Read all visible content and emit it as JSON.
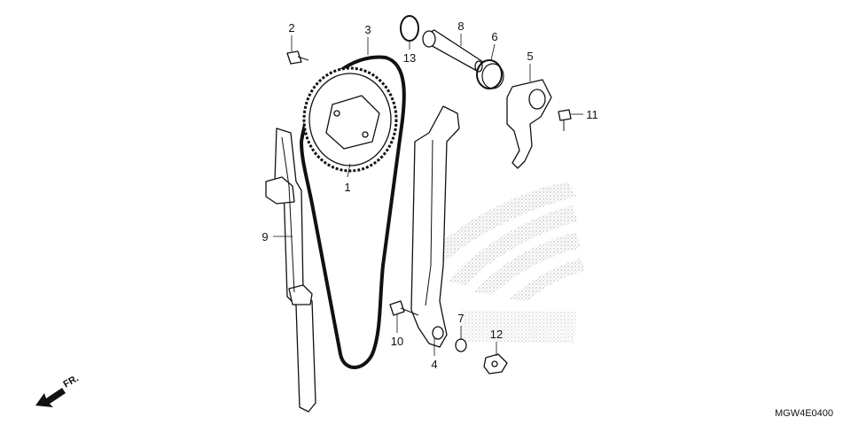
{
  "diagram": {
    "drawing_code": "MGW4E0400",
    "direction_label": "FR.",
    "callouts": [
      {
        "id": "1",
        "text": "1"
      },
      {
        "id": "2",
        "text": "2"
      },
      {
        "id": "3",
        "text": "3"
      },
      {
        "id": "4",
        "text": "4"
      },
      {
        "id": "5",
        "text": "5"
      },
      {
        "id": "6",
        "text": "6"
      },
      {
        "id": "7",
        "text": "7"
      },
      {
        "id": "8",
        "text": "8"
      },
      {
        "id": "9",
        "text": "9"
      },
      {
        "id": "10",
        "text": "10"
      },
      {
        "id": "11",
        "text": "11"
      },
      {
        "id": "12",
        "text": "12"
      },
      {
        "id": "13",
        "text": "13"
      }
    ],
    "colors": {
      "line": "#111111",
      "watermark": "#c8c8c8"
    },
    "icons": {
      "direction": "front-arrow-icon",
      "watermark": "wing-logo-watermark"
    }
  }
}
